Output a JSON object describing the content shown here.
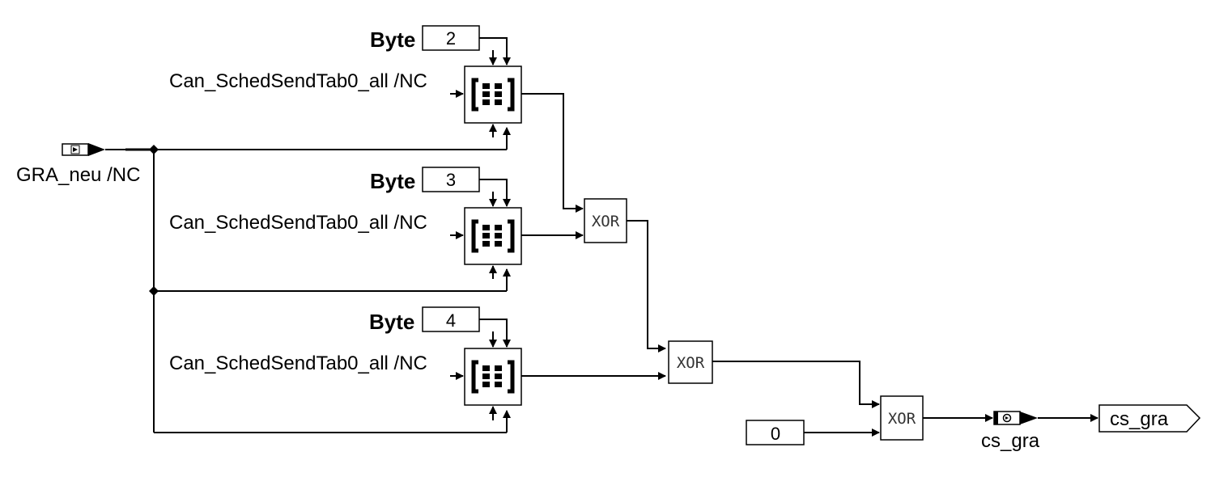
{
  "diagram": {
    "input_port": {
      "label": "GRA_neu /NC",
      "icon": "input-port-icon"
    },
    "selectors": [
      {
        "byte_label": "Byte",
        "byte_value": "2",
        "signal_label": "Can_SchedSendTab0_all /NC",
        "icon": "array-element-icon"
      },
      {
        "byte_label": "Byte",
        "byte_value": "3",
        "signal_label": "Can_SchedSendTab0_all /NC",
        "icon": "array-element-icon"
      },
      {
        "byte_label": "Byte",
        "byte_value": "4",
        "signal_label": "Can_SchedSendTab0_all /NC",
        "icon": "array-element-icon"
      }
    ],
    "xor_blocks": [
      {
        "label": "XOR"
      },
      {
        "label": "XOR"
      },
      {
        "label": "XOR"
      }
    ],
    "constant": {
      "value": "0"
    },
    "output_variable": {
      "label": "cs_gra",
      "icon": "output-port-icon"
    },
    "output_terminal": {
      "label": "cs_gra"
    }
  }
}
